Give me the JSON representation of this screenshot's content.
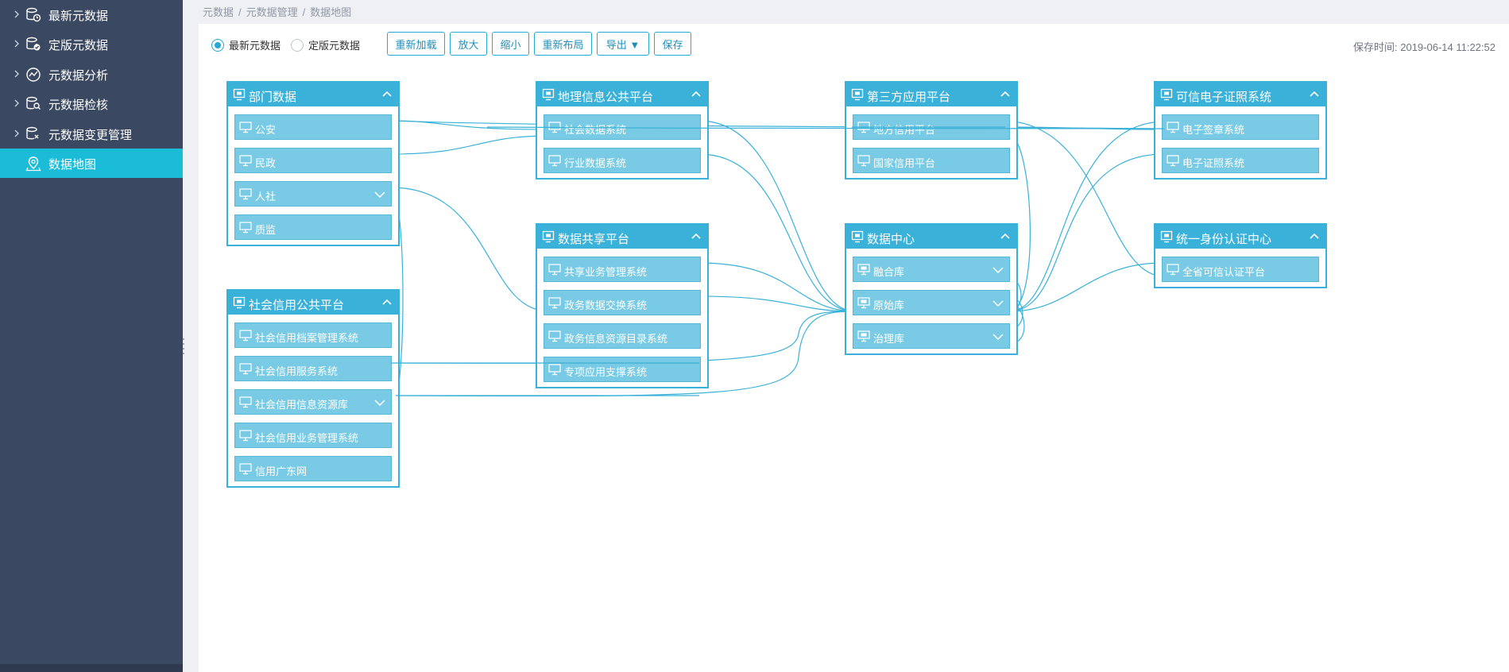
{
  "sidebar": {
    "items": [
      {
        "label": "最新元数据",
        "icon": "database-clock-icon"
      },
      {
        "label": "定版元数据",
        "icon": "database-check-icon"
      },
      {
        "label": "元数据分析",
        "icon": "analysis-chart-icon"
      },
      {
        "label": "元数据检核",
        "icon": "database-search-icon"
      },
      {
        "label": "元数据变更管理",
        "icon": "database-edit-icon"
      },
      {
        "label": "数据地图",
        "icon": "map-pin-icon"
      }
    ],
    "active_index": 5
  },
  "breadcrumb": [
    "元数据",
    "元数据管理",
    "数据地图"
  ],
  "breadcrumb_sep": "/",
  "toolbar": {
    "radios": [
      {
        "label": "最新元数据",
        "selected": true
      },
      {
        "label": "定版元数据",
        "selected": false
      }
    ],
    "buttons": [
      "重新加载",
      "放大",
      "缩小",
      "重新布局",
      "导出 ▼",
      "保存"
    ],
    "save_time": "保存时间: 2019-06-14 11:22:52"
  },
  "cards": [
    {
      "title": "部门数据",
      "rows": [
        "公安",
        "民政",
        "人社",
        "质监"
      ],
      "expandable_rows": [
        2
      ]
    },
    {
      "title": "社会信用公共平台",
      "rows": [
        "社会信用档案管理系统",
        "社会信用服务系统",
        "社会信用信息资源库",
        "社会信用业务管理系统",
        "信用广东网"
      ],
      "expandable_rows": [
        2
      ]
    },
    {
      "title": "地理信息公共平台",
      "rows": [
        "社会数据系统",
        "行业数据系统"
      ],
      "expandable_rows": []
    },
    {
      "title": "数据共享平台",
      "rows": [
        "共享业务管理系统",
        "政务数据交换系统",
        "政务信息资源目录系统",
        "专项应用支撑系统"
      ],
      "expandable_rows": []
    },
    {
      "title": "第三方应用平台",
      "rows": [
        "地方信用平台",
        "国家信用平台"
      ],
      "expandable_rows": []
    },
    {
      "title": "数据中心",
      "rows": [
        "融合库",
        "原始库",
        "治理库"
      ],
      "expandable_rows": [
        0,
        1,
        2
      ]
    },
    {
      "title": "可信电子证照系统",
      "rows": [
        "电子签章系统",
        "电子证照系统"
      ],
      "expandable_rows": []
    },
    {
      "title": "统一身份认证中心",
      "rows": [
        "全省可信认证平台"
      ],
      "expandable_rows": []
    }
  ],
  "colors": {
    "sidebar_bg": "#3a4862",
    "sidebar_active": "#1bbcd8",
    "accent": "#27a9d3",
    "card_header": "#3ab1d8",
    "row_fill": "#79cbe5",
    "connector": "#3ab1d8"
  }
}
